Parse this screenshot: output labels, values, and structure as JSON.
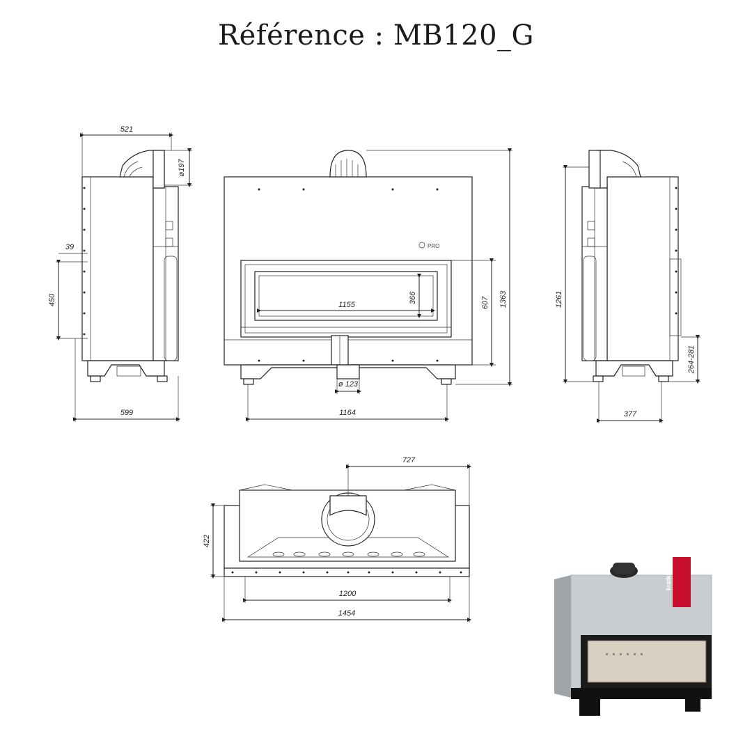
{
  "title": "Référence : MB120_G",
  "logo_text": "kratki",
  "brand_plate": "PRO",
  "dimensions": {
    "side_depth_top": "521",
    "flue_diameter_side": "ø197",
    "side_39": "39",
    "side_450": "450",
    "side_depth_bottom": "599",
    "front_width_inner": "1155",
    "front_glass_height": "366",
    "front_607": "607",
    "front_total_height": "1363",
    "front_pipe_diameter": "ø 123",
    "front_feet_width": "1164",
    "right_height": "1261",
    "right_264_281": "264-281",
    "right_depth": "377",
    "top_727": "727",
    "top_422": "422",
    "top_1200": "1200",
    "top_1454": "1454"
  }
}
